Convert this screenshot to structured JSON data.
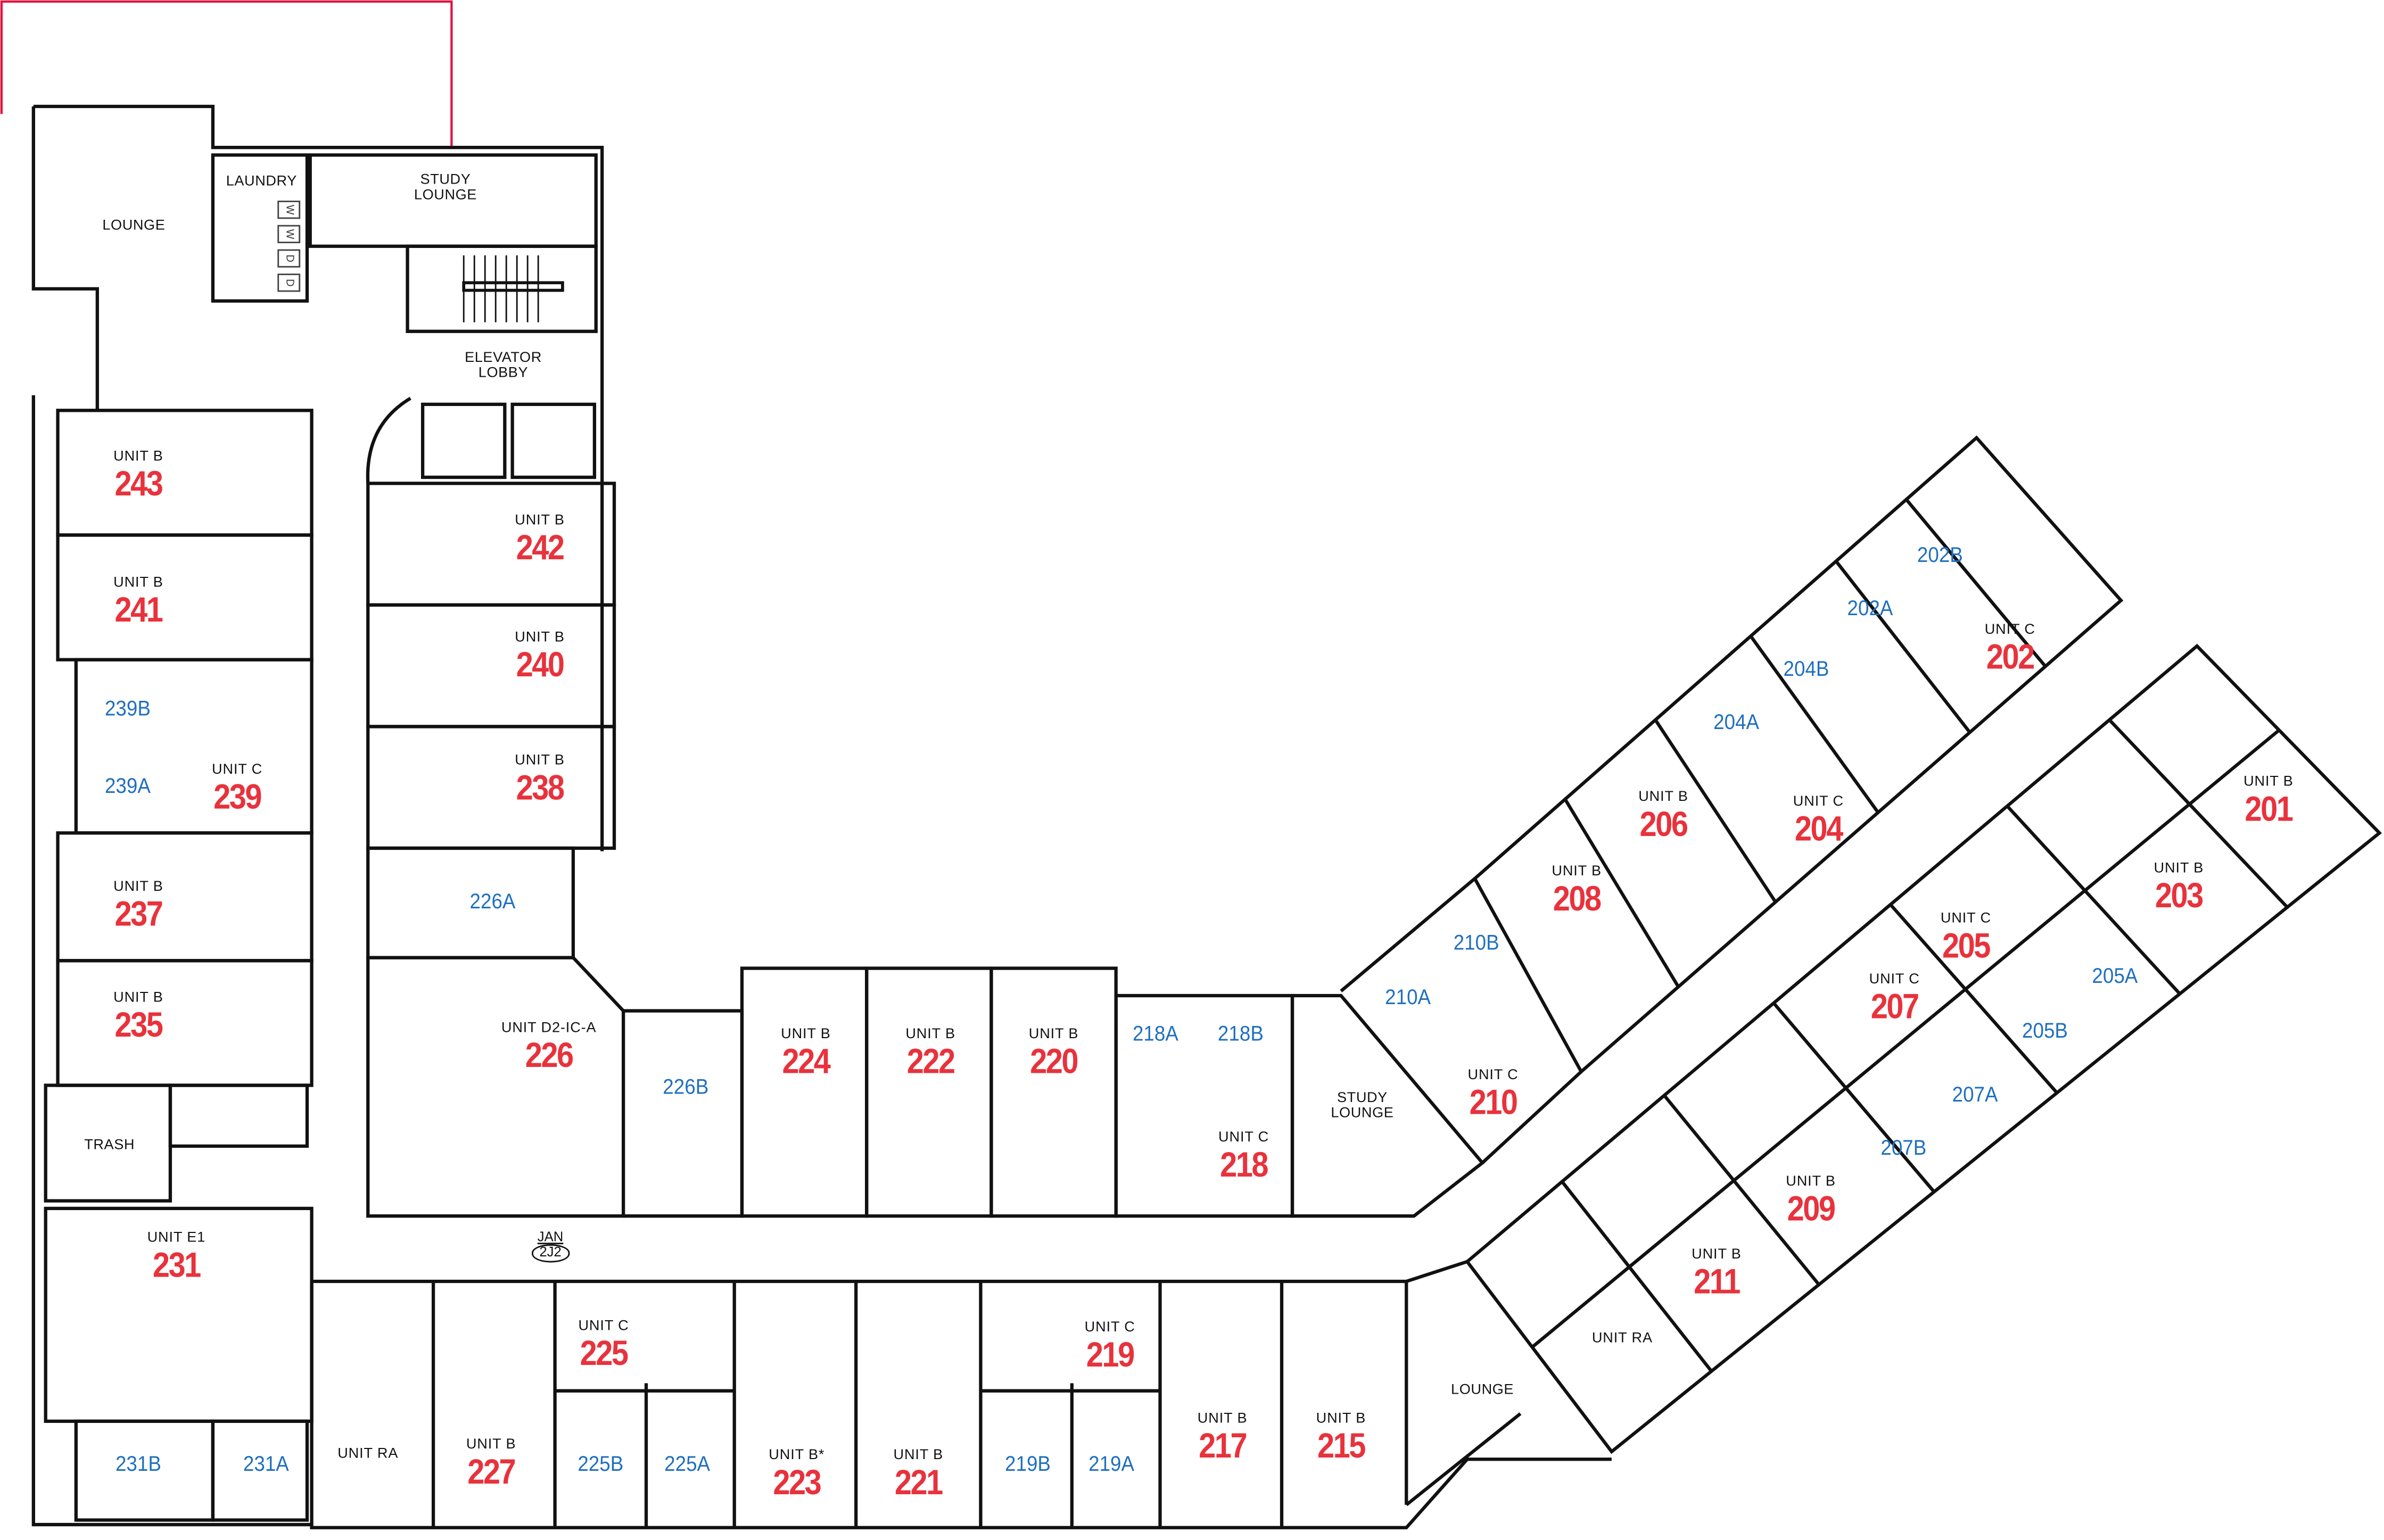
{
  "colors": {
    "unit_number": "#e8323c",
    "bedroom_label": "#1f6fbf",
    "walls": "#111111",
    "highlight_outline": "#e0123f"
  },
  "common_areas": [
    "LOUNGE",
    "LAUNDRY",
    "STUDY\nLOUNGE",
    "ELEVATOR\nLOBBY",
    "TRASH",
    "STUDY\nLOUNGE",
    "LOUNGE"
  ],
  "laundry_machines": [
    "W",
    "W",
    "D",
    "D"
  ],
  "janitor": {
    "label": "JAN",
    "code": "2J2"
  },
  "units": [
    {
      "type": "UNIT B",
      "number": "243"
    },
    {
      "type": "UNIT B",
      "number": "241"
    },
    {
      "type": "UNIT C",
      "number": "239"
    },
    {
      "type": "UNIT B",
      "number": "237"
    },
    {
      "type": "UNIT B",
      "number": "235"
    },
    {
      "type": "UNIT E1",
      "number": "231"
    },
    {
      "type": "UNIT B",
      "number": "242"
    },
    {
      "type": "UNIT B",
      "number": "240"
    },
    {
      "type": "UNIT B",
      "number": "238"
    },
    {
      "type": "UNIT D2-IC-A",
      "number": "226"
    },
    {
      "type": "UNIT B",
      "number": "224"
    },
    {
      "type": "UNIT B",
      "number": "222"
    },
    {
      "type": "UNIT B",
      "number": "220"
    },
    {
      "type": "UNIT C",
      "number": "218"
    },
    {
      "type": "UNIT RA"
    },
    {
      "type": "UNIT B",
      "number": "227"
    },
    {
      "type": "UNIT C",
      "number": "225"
    },
    {
      "type": "UNIT B*",
      "number": "223"
    },
    {
      "type": "UNIT B",
      "number": "221"
    },
    {
      "type": "UNIT C",
      "number": "219"
    },
    {
      "type": "UNIT B",
      "number": "217"
    },
    {
      "type": "UNIT B",
      "number": "215"
    },
    {
      "type": "UNIT C",
      "number": "210"
    },
    {
      "type": "UNIT B",
      "number": "208"
    },
    {
      "type": "UNIT B",
      "number": "206"
    },
    {
      "type": "UNIT C",
      "number": "204"
    },
    {
      "type": "UNIT C",
      "number": "202"
    },
    {
      "type": "UNIT B",
      "number": "201"
    },
    {
      "type": "UNIT B",
      "number": "203"
    },
    {
      "type": "UNIT C",
      "number": "205"
    },
    {
      "type": "UNIT C",
      "number": "207"
    },
    {
      "type": "UNIT B",
      "number": "209"
    },
    {
      "type": "UNIT B",
      "number": "211"
    },
    {
      "type": "UNIT RA"
    }
  ],
  "bedrooms": [
    "239B",
    "239A",
    "231B",
    "231A",
    "226A",
    "226B",
    "218A",
    "218B",
    "225B",
    "225A",
    "219B",
    "219A",
    "210A",
    "210B",
    "204A",
    "204B",
    "202A",
    "202B",
    "205A",
    "205B",
    "207A",
    "207B"
  ]
}
